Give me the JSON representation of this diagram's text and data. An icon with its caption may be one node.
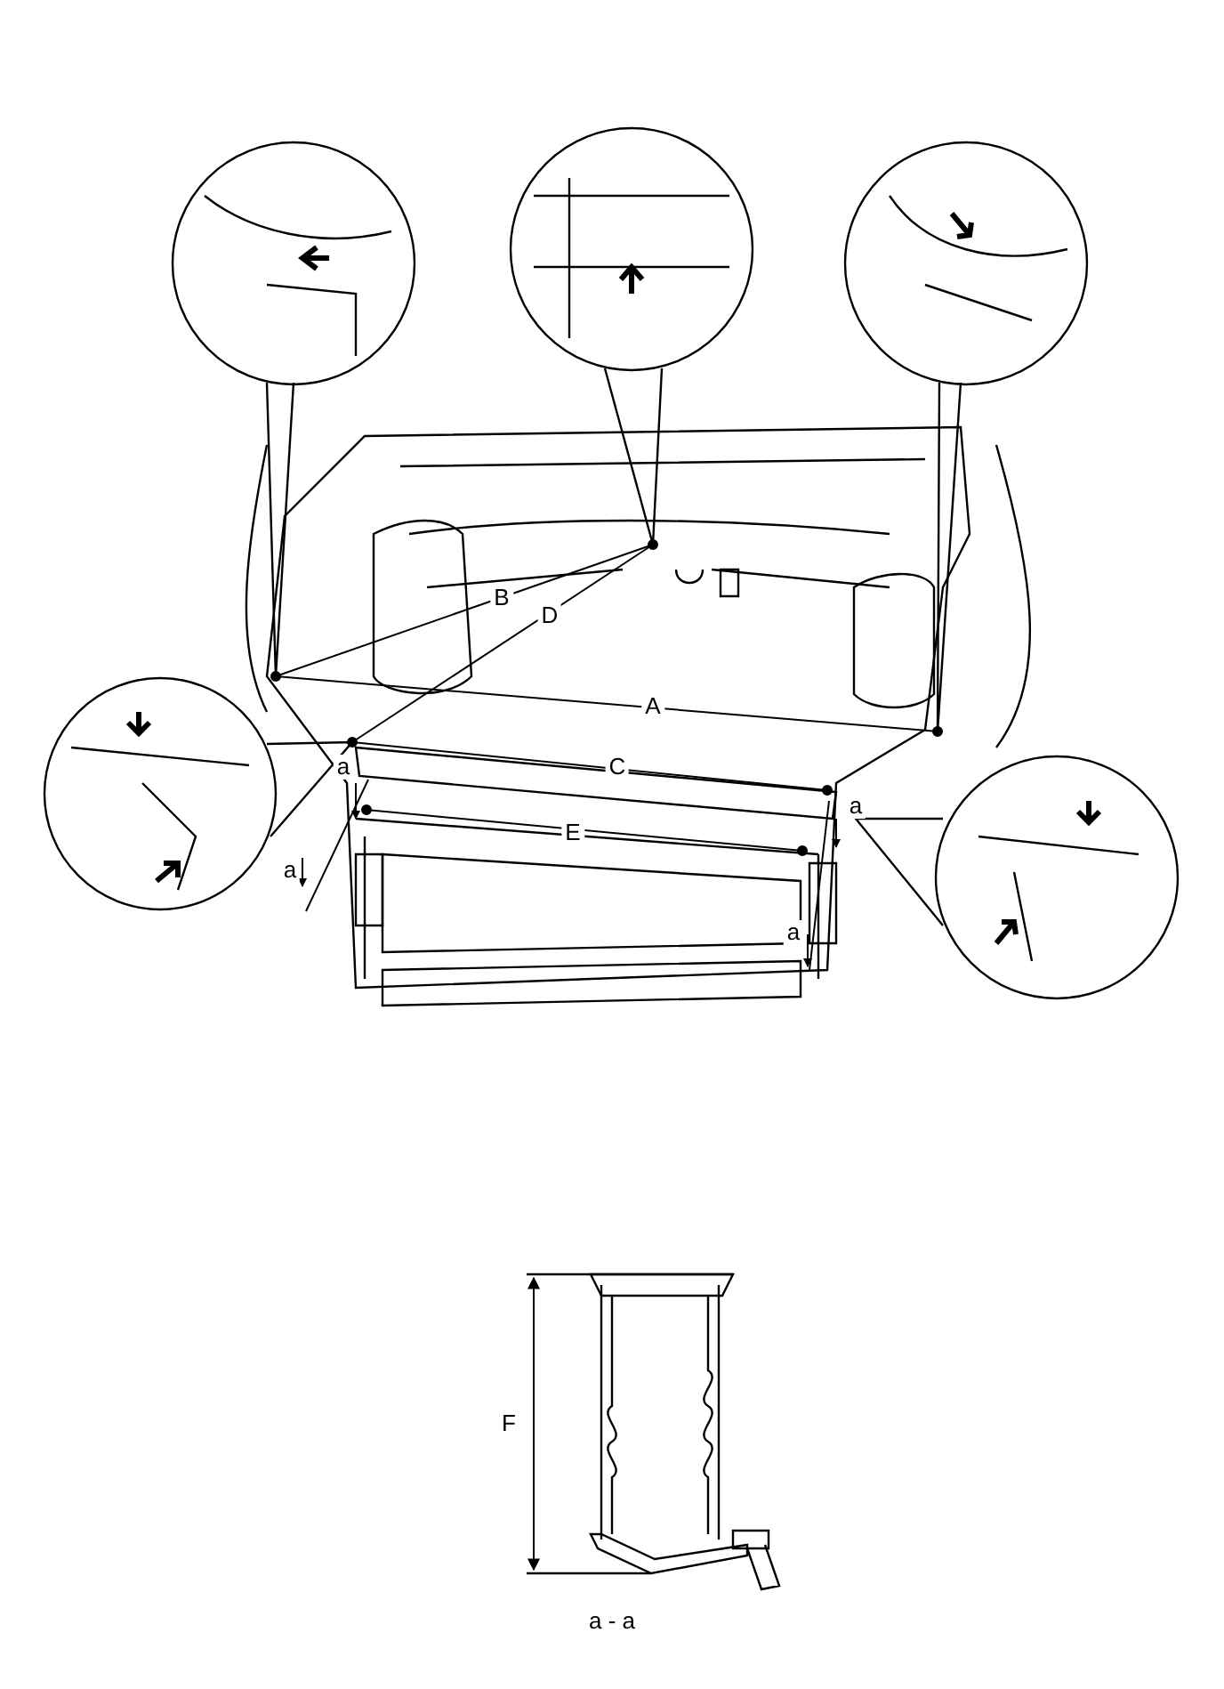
{
  "diagram": {
    "labels": [
      "B",
      "D",
      "A",
      "a",
      "C",
      "E",
      "a",
      "a",
      "a",
      "F",
      "a - a"
    ]
  }
}
